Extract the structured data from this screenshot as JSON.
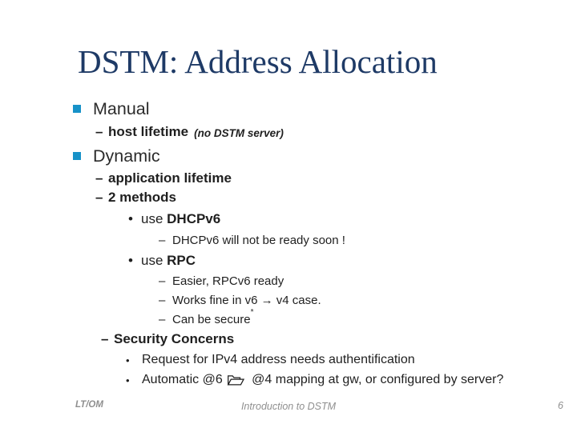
{
  "slide": {
    "title": "DSTM: Address Allocation",
    "markers": {
      "dash": "–",
      "bullet": "•"
    },
    "colors": {
      "title_text": "#1E3A66",
      "bullet_square": "#1792C8",
      "body_text": "#1F1F1F",
      "footer_text": "#8F8F8F",
      "background": "#FFFFFF"
    },
    "outline": {
      "manual": "Manual",
      "host_lifetime": "host lifetime",
      "host_lifetime_note": "(no DSTM server)",
      "dynamic": "Dynamic",
      "application_lifetime": "application lifetime",
      "two_methods": "2 methods",
      "use_word": "use ",
      "dhcpv6": "DHCPv6",
      "dhcpv6_note": "DHCPv6 will not be ready soon !",
      "rpc": "RPC",
      "rpc_easier": "Easier, RPCv6 ready",
      "rpc_works": "Works fine in v6 → v4 case.",
      "rpc_secure": "Can be secure",
      "rpc_secure_mark": "*",
      "security": "Security Concerns",
      "security_auth": "Request for IPv4 address needs authentification",
      "security_map_pre": "Automatic @6",
      "security_map_post": " @4 mapping at gw, or configured by server?"
    },
    "footer": {
      "left": "LT/OM",
      "center": "Introduction to DSTM",
      "page": "6"
    }
  }
}
